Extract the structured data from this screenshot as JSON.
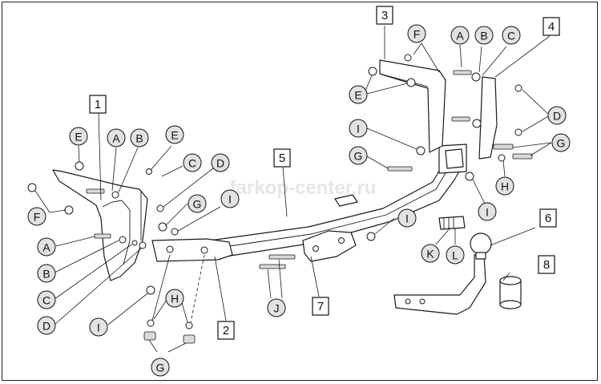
{
  "watermark": "farkop-center.ru",
  "letter_callouts": [
    {
      "label": "E"
    },
    {
      "label": "A"
    },
    {
      "label": "B"
    },
    {
      "label": "E"
    },
    {
      "label": "C"
    },
    {
      "label": "D"
    },
    {
      "label": "G"
    },
    {
      "label": "I"
    },
    {
      "label": "F"
    },
    {
      "label": "A"
    },
    {
      "label": "B"
    },
    {
      "label": "C"
    },
    {
      "label": "D"
    },
    {
      "label": "I"
    },
    {
      "label": "H"
    },
    {
      "label": "G"
    },
    {
      "label": "J"
    },
    {
      "label": "I"
    },
    {
      "label": "K"
    },
    {
      "label": "L"
    },
    {
      "label": "F"
    },
    {
      "label": "A"
    },
    {
      "label": "B"
    },
    {
      "label": "C"
    },
    {
      "label": "E"
    },
    {
      "label": "I"
    },
    {
      "label": "G"
    },
    {
      "label": "D"
    },
    {
      "label": "G"
    },
    {
      "label": "H"
    },
    {
      "label": "I"
    }
  ],
  "part_callouts": [
    {
      "label": "1"
    },
    {
      "label": "2"
    },
    {
      "label": "3"
    },
    {
      "label": "4"
    },
    {
      "label": "5"
    },
    {
      "label": "6"
    },
    {
      "label": "7"
    },
    {
      "label": "8"
    }
  ]
}
